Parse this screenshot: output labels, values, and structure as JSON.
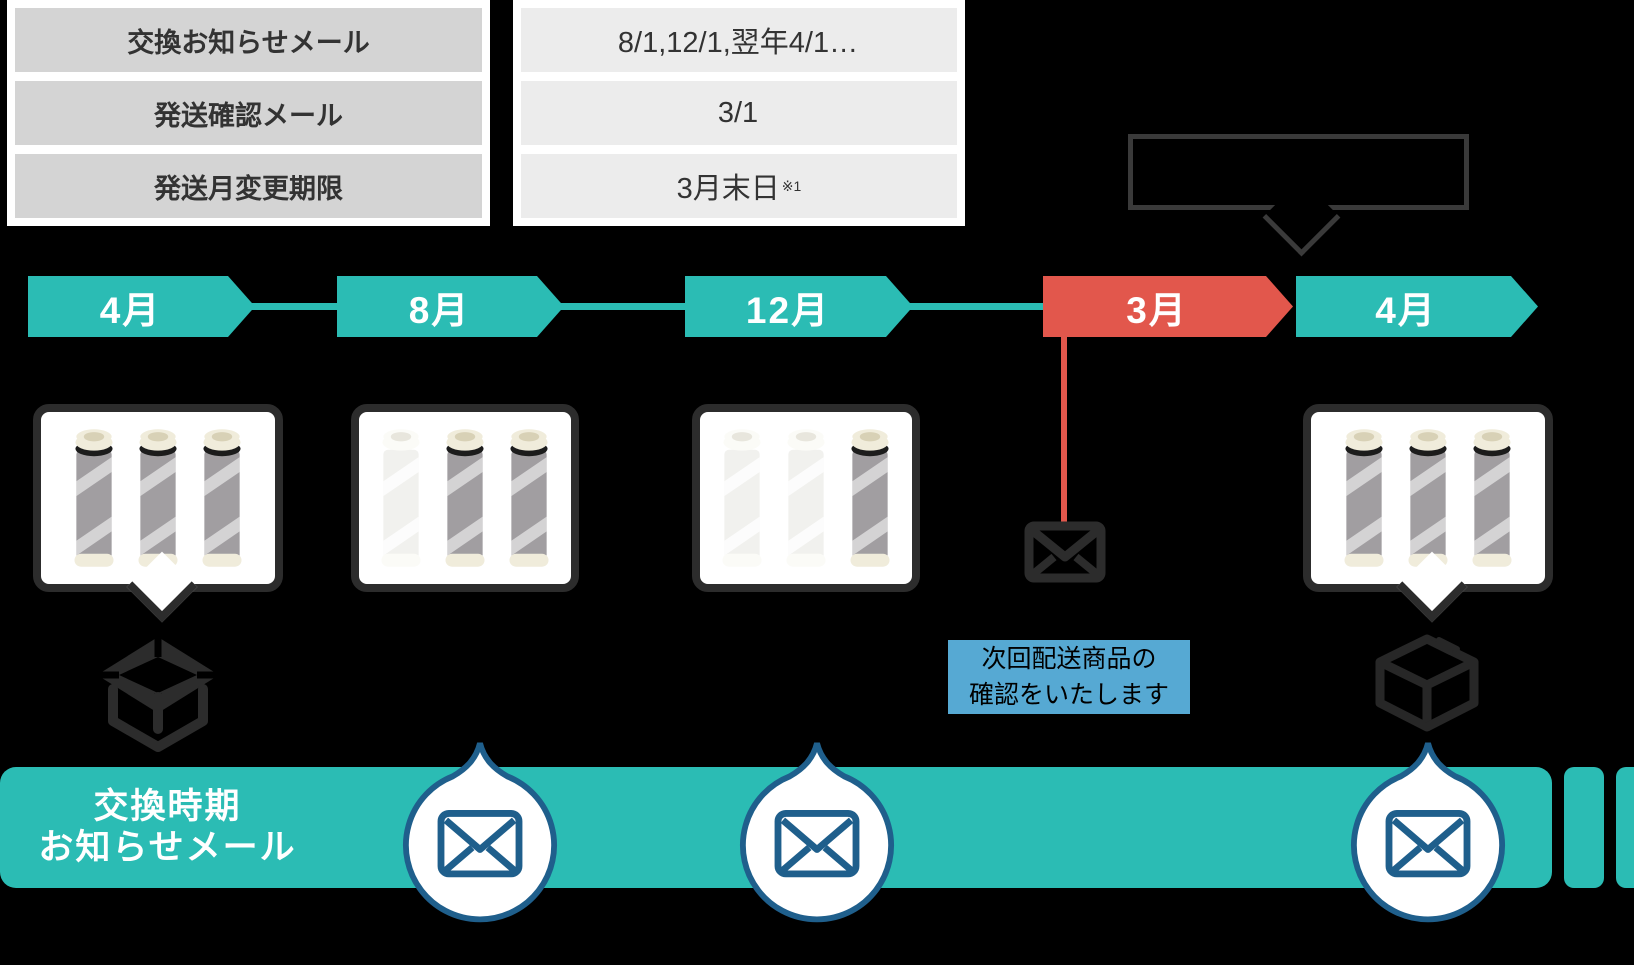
{
  "colors": {
    "teal": "#2bbcb4",
    "red": "#e2574c",
    "dark_icon": "#2c2c2c",
    "blue_mail": "#1f5f8c",
    "note_blue": "#56a9d3",
    "label_row_gray": "#d4d4d4",
    "value_row_gray": "#ececec"
  },
  "schedule_table": {
    "labels": [
      "交換お知らせメール",
      "発送確認メール",
      "発送月変更期限"
    ],
    "values": [
      "8/1,12/1,翌年4/1…",
      "3/1",
      "3月末日"
    ],
    "value_notes": [
      "",
      "",
      "※1"
    ]
  },
  "timeline": {
    "months": [
      {
        "label": "4月"
      },
      {
        "label": "8月"
      },
      {
        "label": "12月"
      },
      {
        "label": "3月"
      },
      {
        "label": "4月"
      }
    ]
  },
  "callout": {
    "text": ""
  },
  "delivery_note": {
    "line1": "次回配送商品の",
    "line2": "確認をいたします"
  },
  "banner": {
    "line1": "交換時期",
    "line2": "お知らせメール"
  },
  "cards": [
    {
      "cartridges": [
        "gray",
        "gray",
        "gray"
      ]
    },
    {
      "cartridges": [
        "white",
        "gray",
        "gray"
      ]
    },
    {
      "cartridges": [
        "white",
        "white",
        "gray"
      ]
    },
    {
      "cartridges": [
        "gray",
        "gray",
        "gray"
      ]
    }
  ]
}
